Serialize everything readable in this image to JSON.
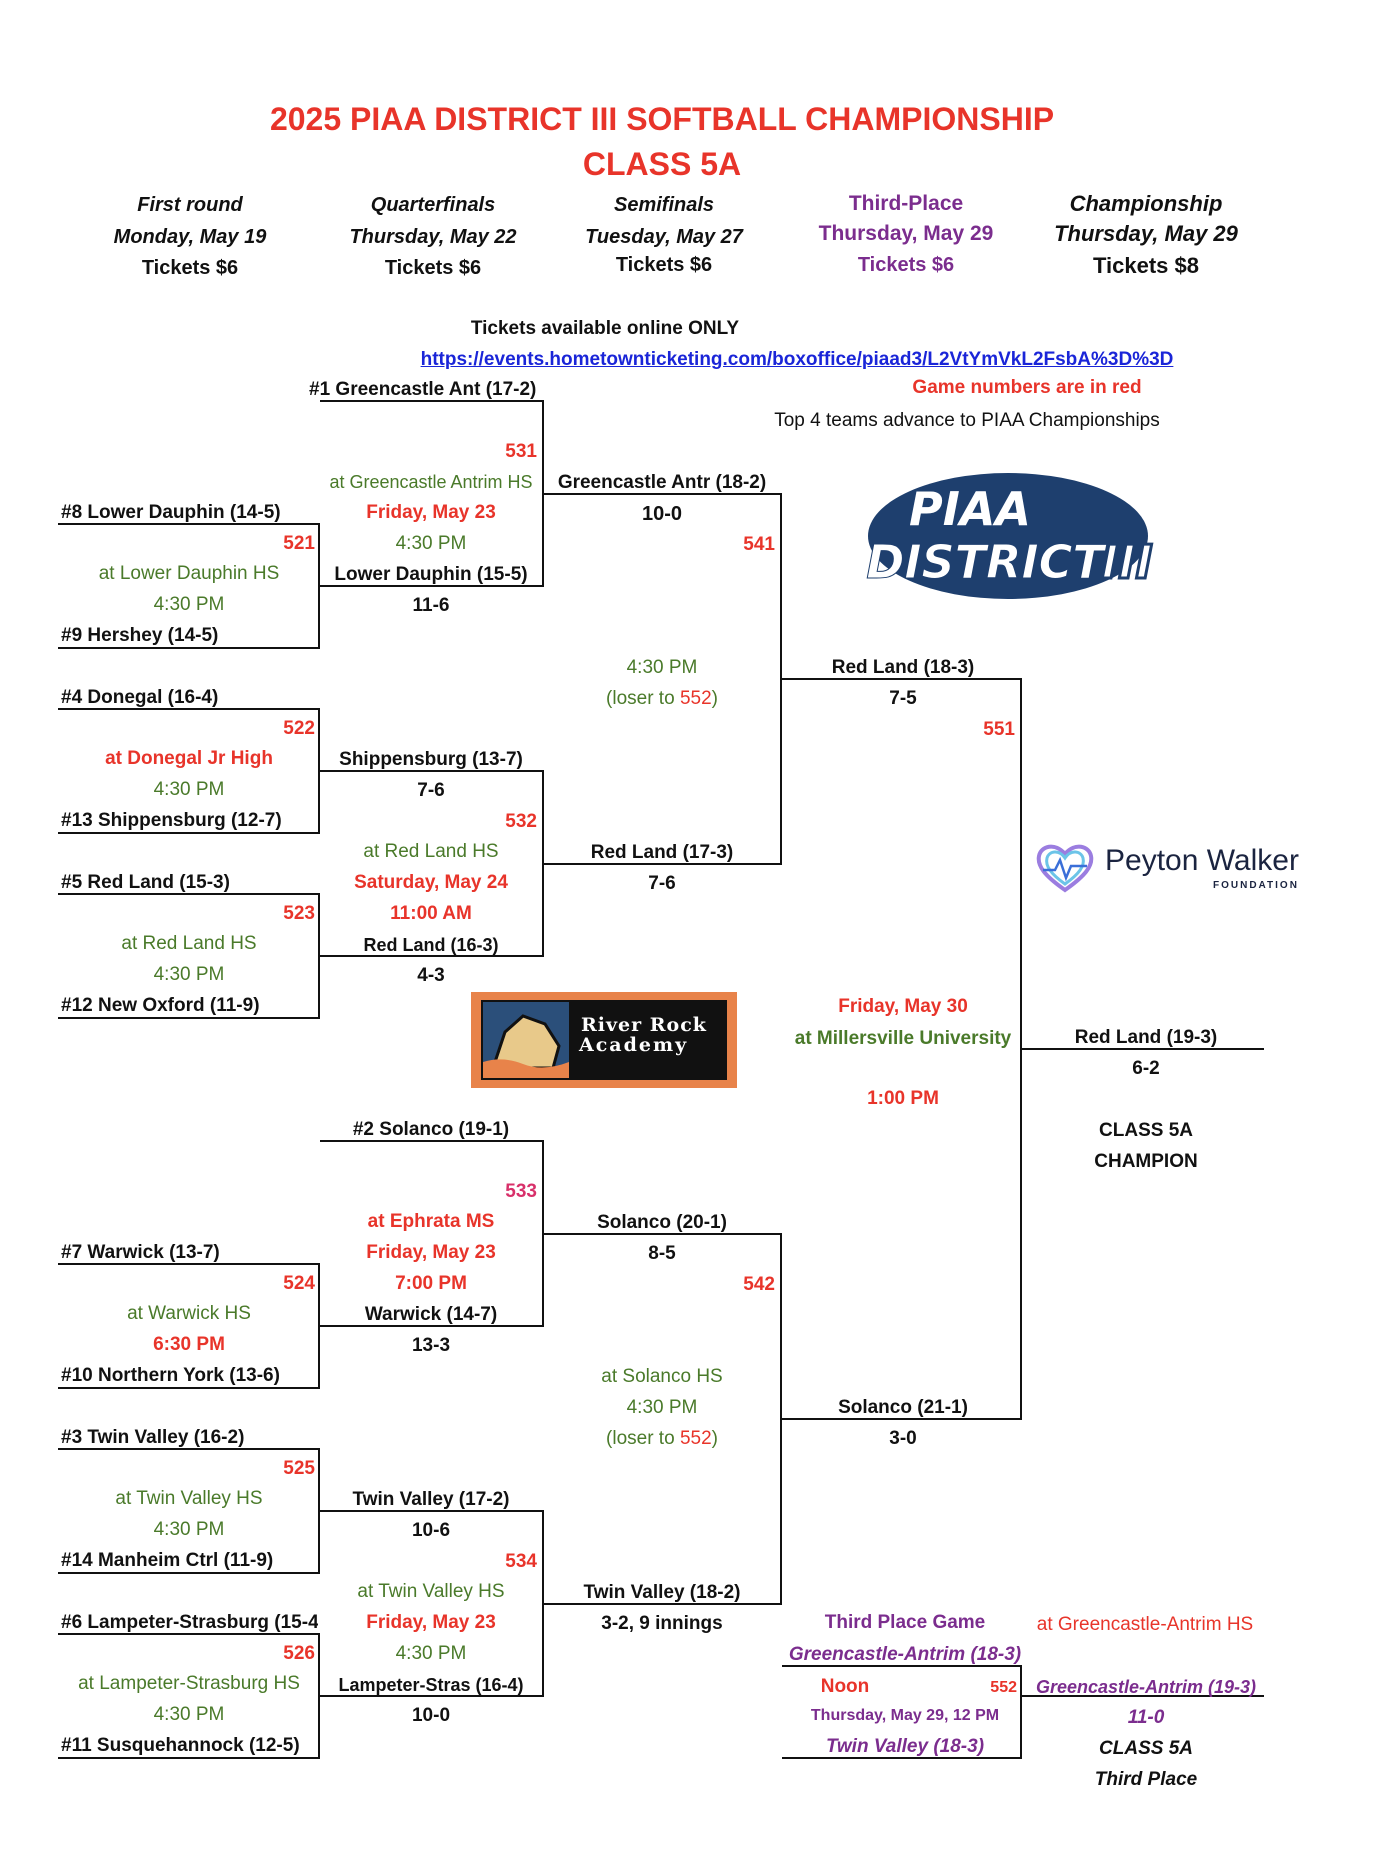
{
  "title": {
    "line1": "2025 PIAA DISTRICT III SOFTBALL CHAMPIONSHIP",
    "line2": "CLASS 5A"
  },
  "rounds": [
    {
      "name": "First round",
      "date": "Monday, May 19",
      "tickets": "Tickets $6"
    },
    {
      "name": "Quarterfinals",
      "date": "Thursday, May 22",
      "tickets": "Tickets $6"
    },
    {
      "name": "Semifinals",
      "date": "Tuesday, May 27",
      "tickets": "Tickets $6"
    },
    {
      "name": "Third-Place",
      "date": "Thursday, May 29",
      "tickets": "Tickets $6"
    },
    {
      "name": "Championship",
      "date": "Thursday, May 29",
      "tickets": "Tickets $8"
    }
  ],
  "info": {
    "online": "Tickets available online ONLY",
    "url": "https://events.hometownticketing.com/boxoffice/piaad3/L2VtYmVkL2FsbA%3D%3D",
    "game_numbers_note": "Game numbers are in red",
    "advance_note": "Top 4 teams advance to PIAA Championships"
  },
  "logos": {
    "piaa_line1": "PIAA",
    "piaa_line2": "DISTRICT",
    "piaa_line3": "III",
    "peyton_name": "Peyton Walker",
    "peyton_sub": "FOUNDATION",
    "river_line1": "River Rock",
    "river_line2": "Academy"
  },
  "first_round": {
    "t8": "#8 Lower Dauphin (14-5)",
    "g521": "521",
    "v521": "at Lower Dauphin HS",
    "time521": "4:30 PM",
    "t9": "#9 Hershey (14-5)",
    "t4": "#4 Donegal (16-4)",
    "g522": "522",
    "v522": "at Donegal Jr High",
    "time522": "4:30 PM",
    "t13": "#13 Shippensburg (12-7)",
    "t5": "#5 Red Land (15-3)",
    "g523": "523",
    "v523": "at Red Land HS",
    "time523": "4:30 PM",
    "t12": "#12 New Oxford (11-9)",
    "t7": "#7 Warwick (13-7)",
    "g524": "524",
    "v524": "at Warwick HS",
    "time524": "6:30 PM",
    "t10": "#10 Northern York (13-6)",
    "t3": "#3 Twin Valley (16-2)",
    "g525": "525",
    "v525": "at Twin Valley HS",
    "time525": "4:30 PM",
    "t14": "#14 Manheim Ctrl (11-9)",
    "t6": "#6 Lampeter-Strasburg (15-4",
    "g526": "526",
    "v526": "at Lampeter-Strasburg HS",
    "time526": "4:30 PM",
    "t11": "#11 Susquehannock (12-5)"
  },
  "quarterfinals": {
    "t1": "#1 Greencastle Ant (17-2)",
    "g531": "531",
    "v531": "at Greencastle Antrim HS",
    "d531": "Friday, May 23",
    "time531": "4:30 PM",
    "w521": "Lower Dauphin (15-5)",
    "s521": "11-6",
    "w522": "Shippensburg (13-7)",
    "s522": "7-6",
    "g532": "532",
    "v532": "at Red Land HS",
    "d532": "Saturday, May 24",
    "time532": "11:00 AM",
    "w523": "Red Land (16-3)",
    "s523": "4-3",
    "t2": "#2 Solanco (19-1)",
    "g533": "533",
    "v533": "at Ephrata MS",
    "d533": "Friday, May 23",
    "time533": "7:00 PM",
    "w524": "Warwick (14-7)",
    "s524": "13-3",
    "w525": "Twin Valley (17-2)",
    "s525": "10-6",
    "g534": "534",
    "v534": "at Twin Valley HS",
    "d534": "Friday, May 23",
    "time534": "4:30 PM",
    "w526": "Lampeter-Stras (16-4)",
    "s526": "10-0"
  },
  "semifinals": {
    "w531": "Greencastle Antr (18-2)",
    "s531": "10-0",
    "g541": "541",
    "time541": "4:30 PM",
    "loser541_a": "(loser to ",
    "loser541_b": "552",
    "loser541_c": ")",
    "w532": "Red Land (17-3)",
    "s532": "7-6",
    "w533": "Solanco (20-1)",
    "s533": "8-5",
    "g542": "542",
    "v542": "at Solanco HS",
    "time542": "4:30 PM",
    "loser542_a": "(loser to ",
    "loser542_b": "552",
    "loser542_c": ")",
    "w534": "Twin Valley (18-2)",
    "s534": "3-2, 9 innings"
  },
  "finals": {
    "w541": "Red Land (18-3)",
    "s541": "7-5",
    "g551": "551",
    "date551": "Friday, May 30",
    "venue551": "at Millersville University",
    "time551": "1:00 PM",
    "w542": "Solanco (21-1)",
    "s542": "3-0",
    "champ": "Red Land (19-3)",
    "champ_score": "6-2",
    "champ_l1": "CLASS 5A",
    "champ_l2": "CHAMPION"
  },
  "third_place": {
    "label": "Third Place Game",
    "venue": "at Greencastle-Antrim HS",
    "team_a": "Greencastle-Antrim (18-3)",
    "time": "Noon",
    "game": "552",
    "date": "Thursday, May 29, 12 PM",
    "team_b": "Twin Valley (18-3)",
    "winner": "Greencastle-Antrim (19-3)",
    "score": "11-0",
    "l1": "CLASS 5A",
    "l2": "Third Place"
  },
  "colors": {
    "red": "#e8342a",
    "green": "#4a7a2a",
    "purple": "#7b2d8e",
    "link": "#1a25d8",
    "piaa_navy": "#1e3f6e"
  }
}
